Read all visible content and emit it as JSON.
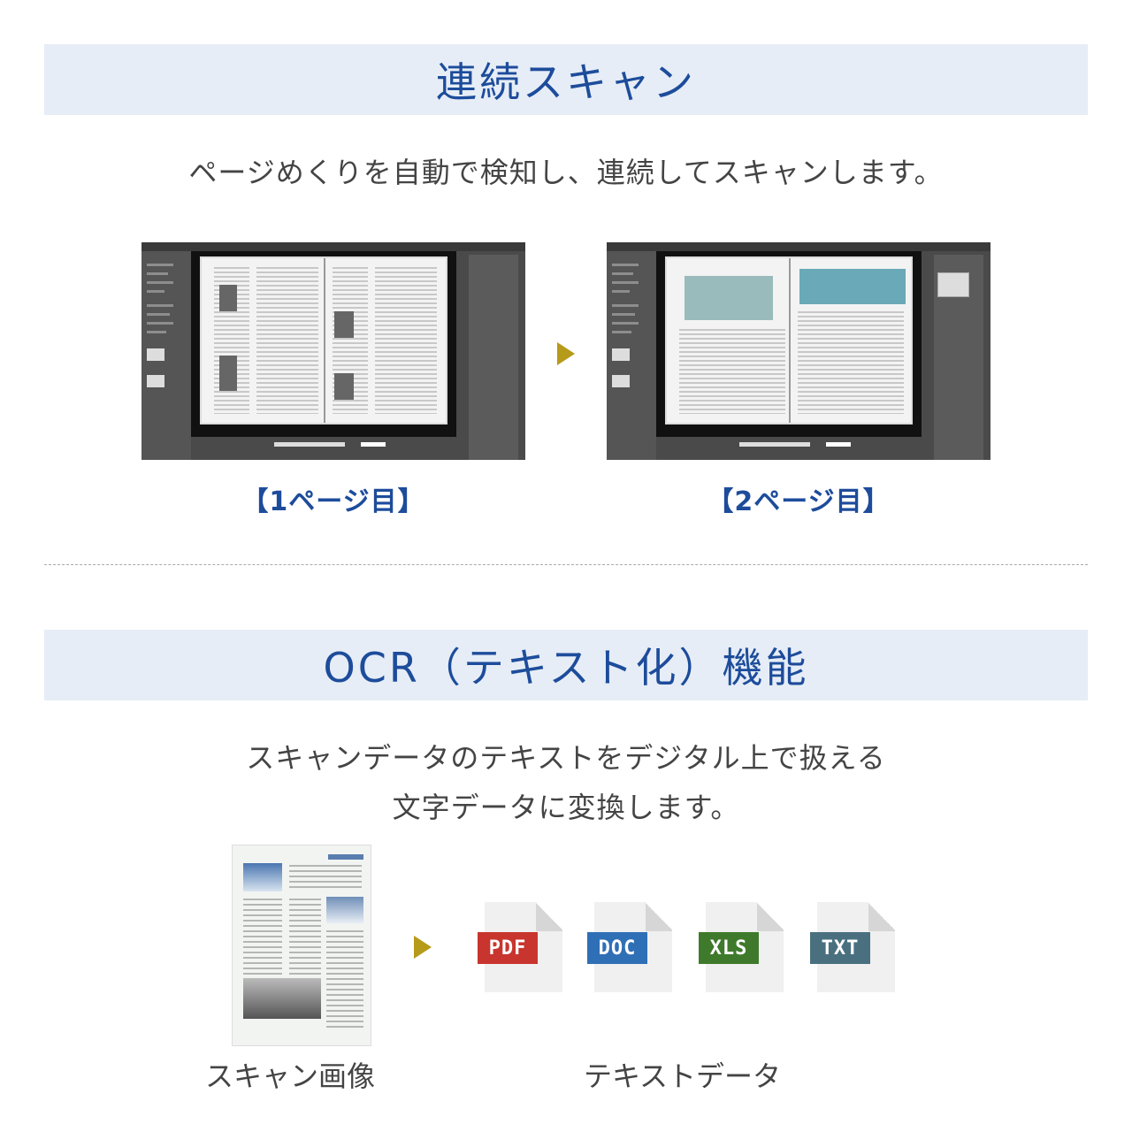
{
  "section1": {
    "title": "連続スキャン",
    "description": "ページめくりを自動で検知し、連続してスキャンします。",
    "screenshots": [
      {
        "label": "【1ページ目】"
      },
      {
        "label": "【2ページ目】"
      }
    ]
  },
  "section2": {
    "title": "OCR（テキスト化）機能",
    "description_line1": "スキャンデータのテキストをデジタル上で扱える",
    "description_line2": "文字データに変換します。",
    "source_caption": "スキャン画像",
    "output_caption": "テキストデータ",
    "formats": [
      {
        "label": "PDF",
        "color": "#c8352e"
      },
      {
        "label": "DOC",
        "color": "#2f6fb6"
      },
      {
        "label": "XLS",
        "color": "#3f7a2c"
      },
      {
        "label": "TXT",
        "color": "#4a7080"
      }
    ]
  },
  "colors": {
    "accent": "#1d4c9b",
    "band": "#e6edf6",
    "arrow": "#b69a19"
  }
}
